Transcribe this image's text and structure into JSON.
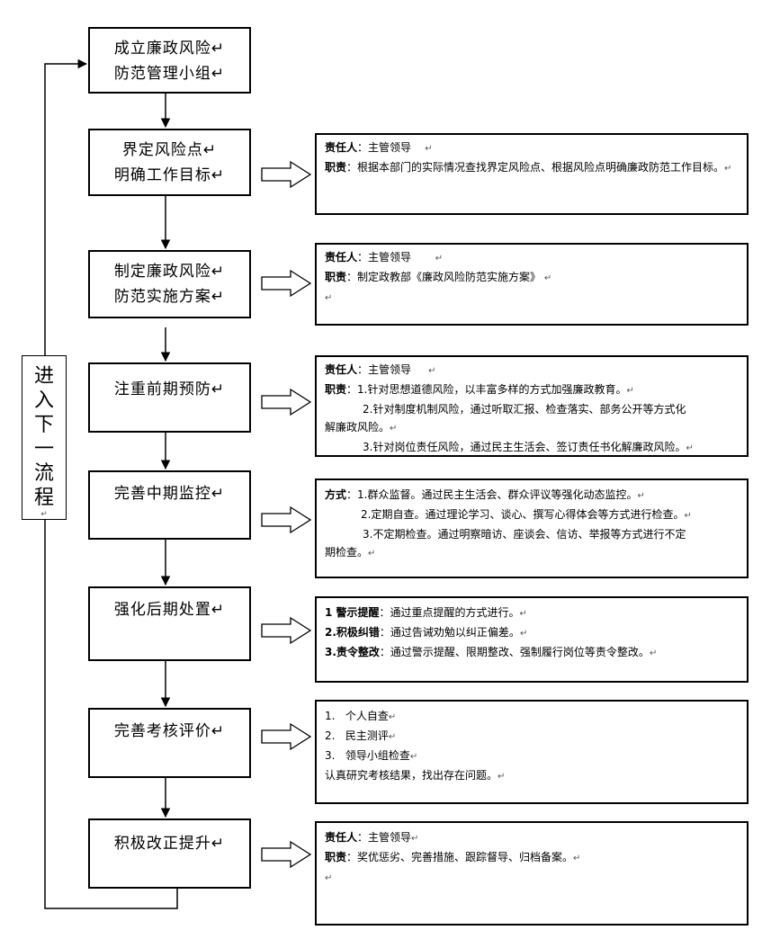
{
  "steps": [
    {
      "lines": [
        "成立廉政风险↵",
        "防范管理小组↵"
      ]
    },
    {
      "lines": [
        "界定风险点↵",
        "明确工作目标↵"
      ]
    },
    {
      "lines": [
        "制定廉政风险↵",
        "防范实施方案↵"
      ]
    },
    {
      "lines": [
        "注重前期预防↵"
      ]
    },
    {
      "lines": [
        "完善中期监控↵"
      ]
    },
    {
      "lines": [
        "强化后期处置↵"
      ]
    },
    {
      "lines": [
        "完善考核评价↵"
      ]
    },
    {
      "lines": [
        "积极改正提升↵"
      ]
    }
  ],
  "loop_label": [
    "进",
    "入",
    "下",
    "一",
    "流",
    "程"
  ],
  "loop_mark": "↵",
  "descs": [
    {
      "l1_b": "责任人",
      "l1_t": "：主管领导",
      "l1_m": "↵",
      "l2_b": "职责",
      "l2_t": "：根据本部门的实际情况查找界定风险点、根据风险点明确廉政防范工作目标。",
      "l2_m": "↵"
    },
    {
      "l1_b": "责任人",
      "l1_t": "：主管领导",
      "l1_m": "↵",
      "l2_b": "职责",
      "l2_t": "：制定政教部《廉政风险防范实施方案》",
      "l2_m": "↵",
      "l3_m": "↵"
    },
    {
      "l1_b": "责任人",
      "l1_t": "：主管领导",
      "l1_m": "↵",
      "l2_b": "职责",
      "l2_t": "：1.针对思想道德风险，以丰富多样的方式加强廉政教育。",
      "l2_m": "↵",
      "l3_t": "2.针对制度机制风险，通过听取汇报、检查落实、部务公开等方式化",
      "l4_t": "解廉政风险。",
      "l4_m": "↵",
      "l5_t": "3.针对岗位责任风险，通过民主生活会、签订责任书化解廉政风险。",
      "l5_m": "↵"
    },
    {
      "l1_b": "方式",
      "l1_t": "：1.群众监督。通过民主生活会、群众评议等强化动态监控。",
      "l1_m": "↵",
      "l2_t": "2.定期自查。通过理论学习、谈心、撰写心得体会等方式进行检查。",
      "l2_m": "↵",
      "l3_t": "3.不定期检查。通过明察暗访、座谈会、信访、举报等方式进行不定",
      "l4_t": "期检查。",
      "l4_m": "↵"
    },
    {
      "l1_b": "1 警示提醒",
      "l1_t": "：通过重点提醒的方式进行。",
      "l1_m": "↵",
      "l2_b": "2.积极纠错",
      "l2_t": "：通过告诫劝勉以纠正偏差。",
      "l2_m": "↵",
      "l3_b": "3.责令整改",
      "l3_t": "：通过警示提醒、限期整改、强制履行岗位等责令整改。",
      "l3_m": "↵"
    },
    {
      "l1_t": "1.   个人自查",
      "l1_m": "↵",
      "l2_t": "2.   民主测评",
      "l2_m": "↵",
      "l3_t": "3.   领导小组检查",
      "l3_m": "↵",
      "l4_t": "认真研究考核结果，找出存在问题。",
      "l4_m": "↵"
    },
    {
      "l1_b": "责任人",
      "l1_t": "：主管领导",
      "l1_m": "↵",
      "l2_b": "职责",
      "l2_t": "：奖优惩劣、完善措施、跟踪督导、归档备案。",
      "l2_m": "↵",
      "l3_m": "↵"
    }
  ]
}
